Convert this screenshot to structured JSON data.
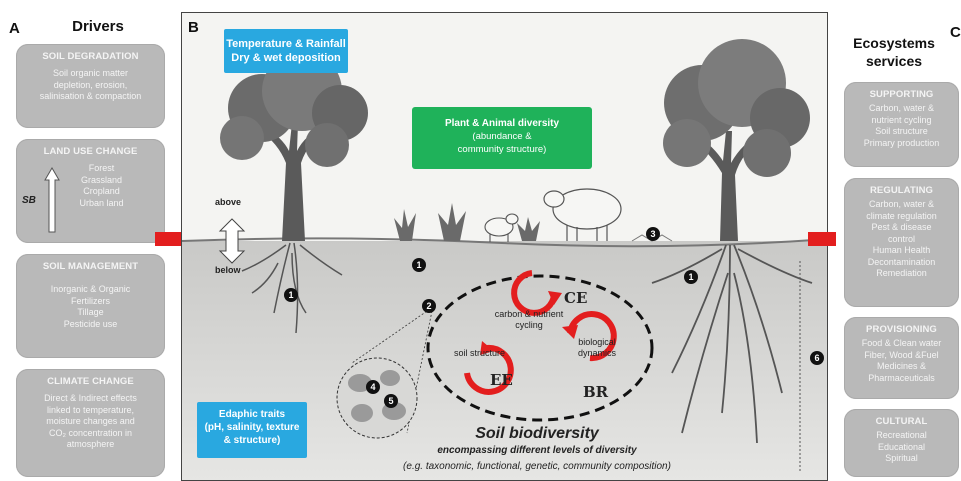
{
  "panel_a": {
    "letter": "A",
    "title": "Drivers",
    "boxes": [
      {
        "heading": "SOIL DEGRADATION",
        "lines": [
          "Soil organic matter",
          "depletion, erosion,",
          "salinisation & compaction"
        ]
      },
      {
        "heading": "LAND USE CHANGE",
        "lines": [
          "Forest",
          "Grassland",
          "Cropland",
          "Urban land"
        ],
        "arrow_label": "SB"
      },
      {
        "heading": "SOIL MANAGEMENT",
        "lines": [
          "Inorganic & Organic",
          "Fertilizers",
          "Tillage",
          "Pesticide use"
        ]
      },
      {
        "heading": "CLIMATE CHANGE",
        "lines": [
          "Direct & Indirect effects",
          "linked to temperature,",
          "moisture changes and",
          "CO₂ concentration in",
          "atmosphere"
        ]
      }
    ]
  },
  "panel_b": {
    "letter": "B",
    "temp_box": [
      "Temperature & Rainfall",
      "Dry & wet deposition"
    ],
    "plant_box": [
      "Plant & Animal diversity",
      "(abundance &",
      "community structure)"
    ],
    "edaphic_box": [
      "Edaphic traits",
      "(pH, salinity, texture",
      "& structure)"
    ],
    "above_label": "above",
    "below_label": "below",
    "cycle_labels": {
      "carbon": [
        "carbon & nutrient",
        "cycling"
      ],
      "soil_structure": "soil structure",
      "bio": [
        "biological",
        "dynamics"
      ]
    },
    "cycle_codes": [
      "CE",
      "EE",
      "BR"
    ],
    "numbers": [
      "1",
      "1",
      "1",
      "2",
      "3",
      "4",
      "5",
      "6"
    ],
    "title": "Soil biodiversity",
    "subtitle": "encompassing different levels of diversity",
    "example": "(e.g. taxonomic, functional, genetic, community composition)"
  },
  "panel_c": {
    "letter": "C",
    "title": [
      "Ecosystems",
      "services"
    ],
    "boxes": [
      {
        "heading": "SUPPORTING",
        "lines": [
          "Carbon, water &",
          "nutrient cycling",
          "Soil structure",
          "Primary production"
        ]
      },
      {
        "heading": "REGULATING",
        "lines": [
          "Carbon, water &",
          "climate regulation",
          "Pest & disease",
          "control",
          "Human Health",
          "Decontamination",
          "Remediation"
        ]
      },
      {
        "heading": "PROVISIONING",
        "lines": [
          "Food & Clean water",
          "Fiber, Wood &Fuel",
          "Medicines &",
          "Pharmaceuticals"
        ]
      },
      {
        "heading": "CULTURAL",
        "lines": [
          "Recreational",
          "Educational",
          "Spiritual"
        ]
      }
    ]
  },
  "colors": {
    "driver_box": "#b9b9b9",
    "blue_box": "#29a8e0",
    "green_box": "#1fb25a",
    "arrow_red": "#e31e1e",
    "cycle_red": "#e31e1e"
  }
}
